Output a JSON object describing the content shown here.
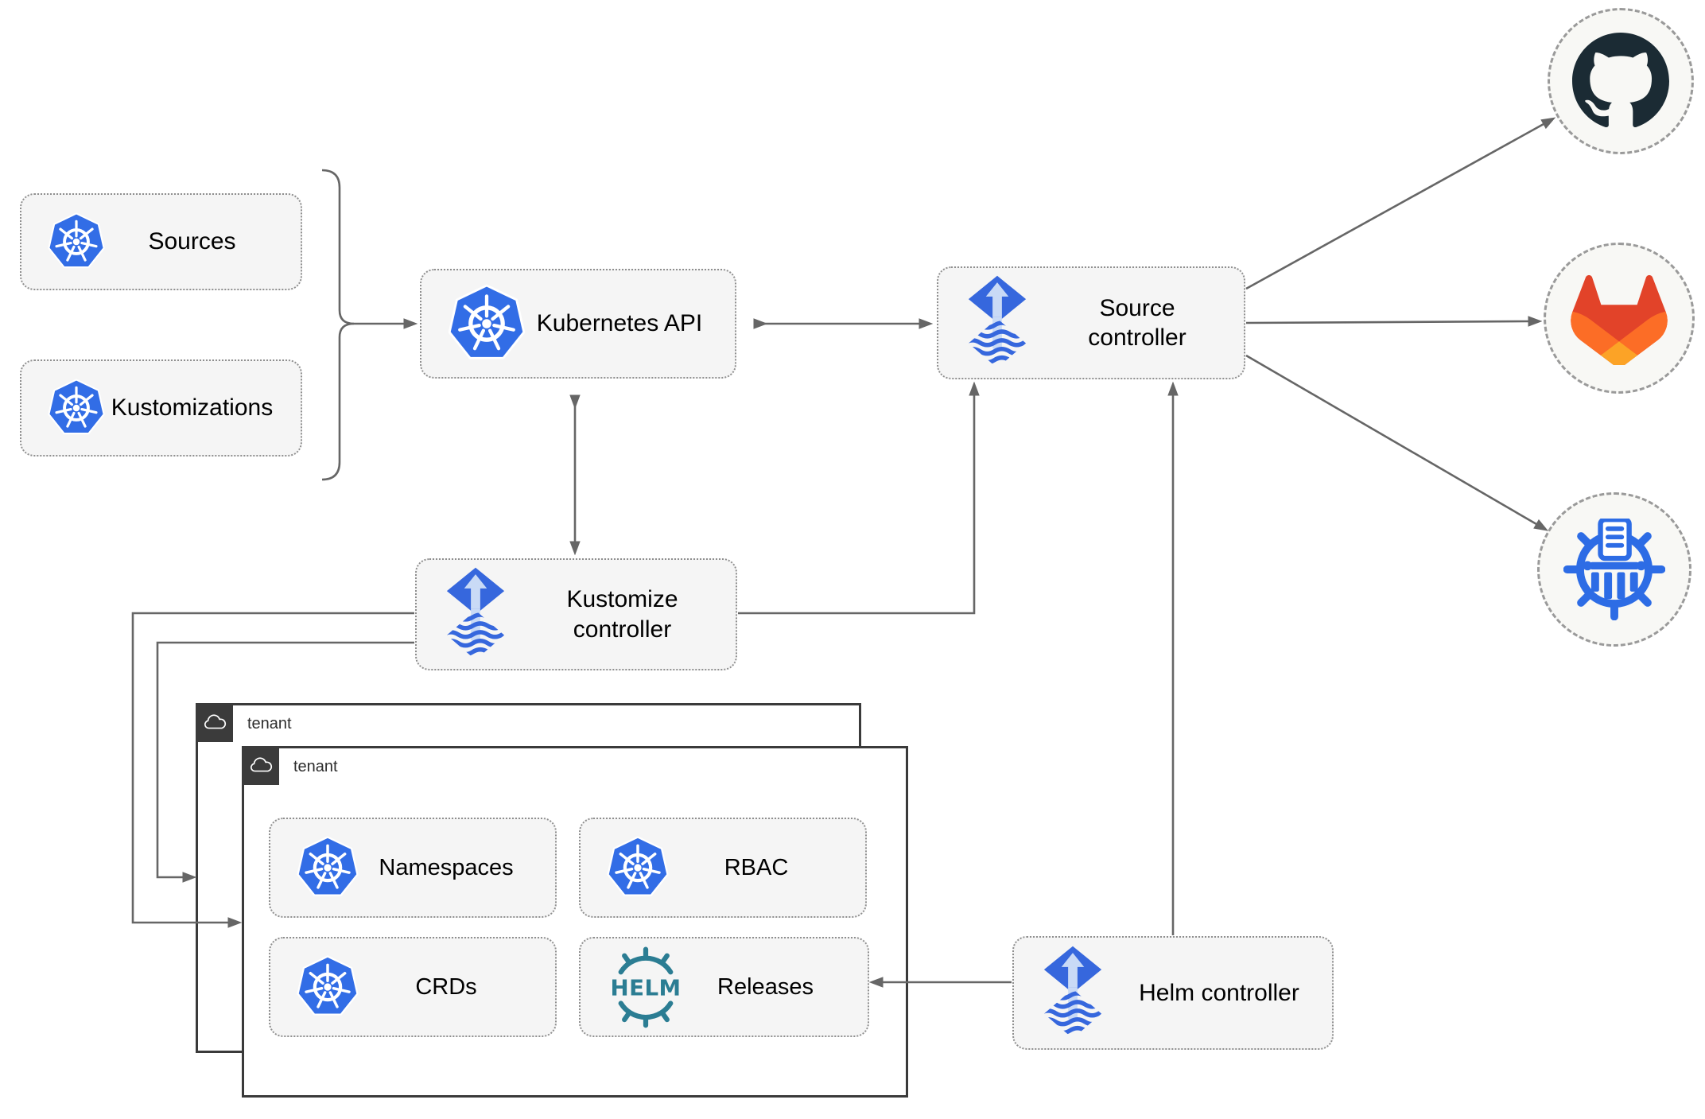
{
  "nodes": {
    "sources": {
      "label": "Sources",
      "icon": "kubernetes-icon"
    },
    "kustomizations": {
      "label": "Kustomizations",
      "icon": "kubernetes-icon"
    },
    "kubernetes_api": {
      "label": "Kubernetes API",
      "icon": "kubernetes-icon"
    },
    "source_controller": {
      "label": "Source controller",
      "icon": "flux-icon"
    },
    "kustomize_controller": {
      "label": "Kustomize controller",
      "icon": "flux-icon"
    },
    "helm_controller": {
      "label": "Helm controller",
      "icon": "flux-icon"
    },
    "namespaces": {
      "label": "Namespaces",
      "icon": "kubernetes-icon"
    },
    "rbac": {
      "label": "RBAC",
      "icon": "kubernetes-icon"
    },
    "crds": {
      "label": "CRDs",
      "icon": "kubernetes-icon"
    },
    "releases": {
      "label": "Releases",
      "icon": "helm-icon"
    }
  },
  "helm_logo": {
    "text": "HELM"
  },
  "tenants": {
    "back": {
      "label": "tenant",
      "icon": "cloud-icon"
    },
    "front": {
      "label": "tenant",
      "icon": "cloud-icon"
    }
  },
  "remotes": {
    "github": {
      "icon": "github-icon"
    },
    "gitlab": {
      "icon": "gitlab-icon"
    },
    "chart_repository": {
      "icon": "chartmuseum-icon"
    }
  },
  "colors": {
    "node_fill": "#f5f5f5",
    "node_border": "#8f8f8f",
    "connector": "#666666",
    "tenant_border": "#3a3a3a",
    "tenant_tab": "#3b3b3b",
    "kubernetes_blue": "#326de6",
    "flux_blue": "#3667dd",
    "flux_arrow_light": "#c9daf6",
    "helm_teal": "#2b7d93",
    "github_dark": "#1b2b34",
    "gitlab_red": "#e24329",
    "gitlab_orange": "#fc6d26",
    "gitlab_amber": "#fca326",
    "chartmuseum_blue": "#2d6ce5"
  }
}
